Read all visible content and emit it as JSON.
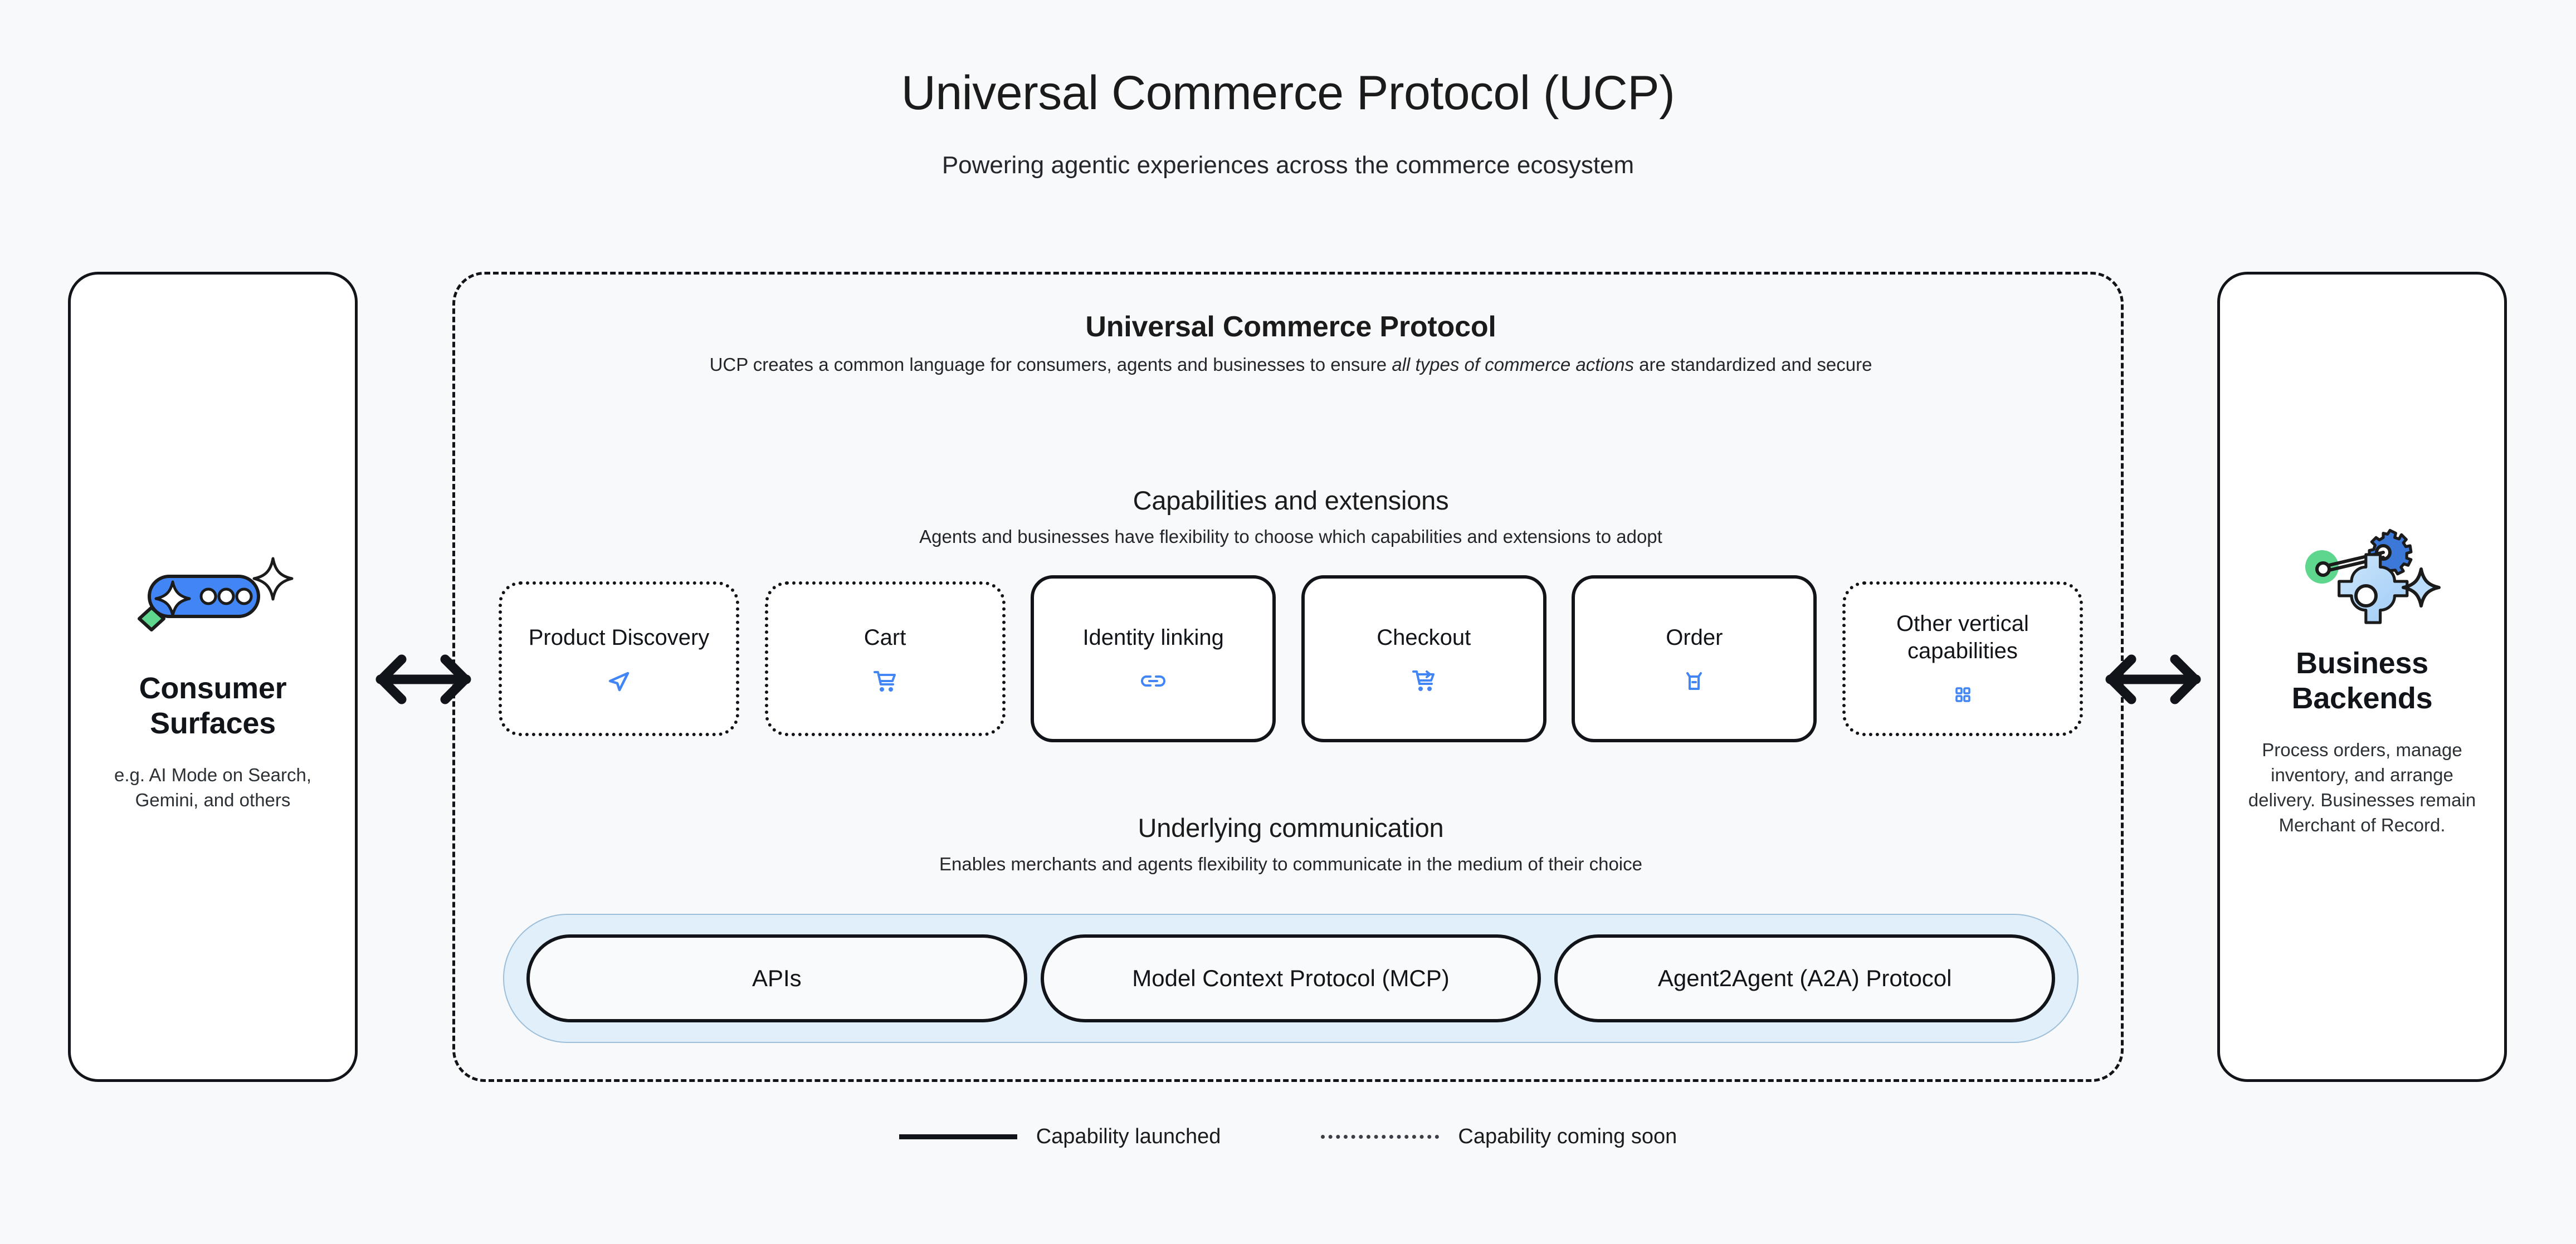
{
  "header": {
    "title": "Universal Commerce Protocol (UCP)",
    "subtitle": "Powering agentic experiences across the commerce ecosystem"
  },
  "colors": {
    "background": "#F7F9FB",
    "ink": "#111418",
    "accent_blue": "#4285F4",
    "band_blue": "#E1EFFB",
    "green": "#5ED68E",
    "light_blue": "#AFD6F7"
  },
  "consumer_panel": {
    "icon": "ai-chat-sparkle-icon",
    "title": "Consumer Surfaces",
    "description": "e.g. AI Mode on Search, Gemini, and others"
  },
  "business_panel": {
    "icon": "gears-settings-icon",
    "title": "Business Backends",
    "description": "Process orders, manage inventory, and arrange delivery. Businesses remain Merchant of Record."
  },
  "arrows": {
    "left": "double-arrow-icon",
    "right": "double-arrow-icon"
  },
  "ucp": {
    "title": "Universal Commerce Protocol",
    "description_pre": "UCP creates a common language for consumers, agents and businesses to ensure ",
    "description_em": "all types of commerce actions",
    "description_post": " are standardized and secure"
  },
  "capabilities_section": {
    "title": "Capabilities and extensions",
    "subtitle": "Agents and businesses have flexibility to choose which capabilities and extensions to adopt",
    "cards": [
      {
        "label": "Product Discovery",
        "status": "soon",
        "icon": "send-navigation-icon"
      },
      {
        "label": "Cart",
        "status": "soon",
        "icon": "shopping-cart-icon"
      },
      {
        "label": "Identity linking",
        "status": "launched",
        "icon": "link-chain-icon"
      },
      {
        "label": "Checkout",
        "status": "launched",
        "icon": "cart-checkout-arrow-icon"
      },
      {
        "label": "Order",
        "status": "launched",
        "icon": "order-box-icon"
      },
      {
        "label": "Other vertical capabilities",
        "status": "soon",
        "icon": "grid-squares-icon"
      }
    ]
  },
  "communication_section": {
    "title": "Underlying communication",
    "subtitle": "Enables merchants and agents flexibility to communicate in the medium of their choice",
    "pills": [
      {
        "label": "APIs"
      },
      {
        "label": "Model Context Protocol (MCP)"
      },
      {
        "label": "Agent2Agent (A2A) Protocol"
      }
    ]
  },
  "legend": {
    "launched_label": "Capability launched",
    "soon_label": "Capability coming soon"
  }
}
